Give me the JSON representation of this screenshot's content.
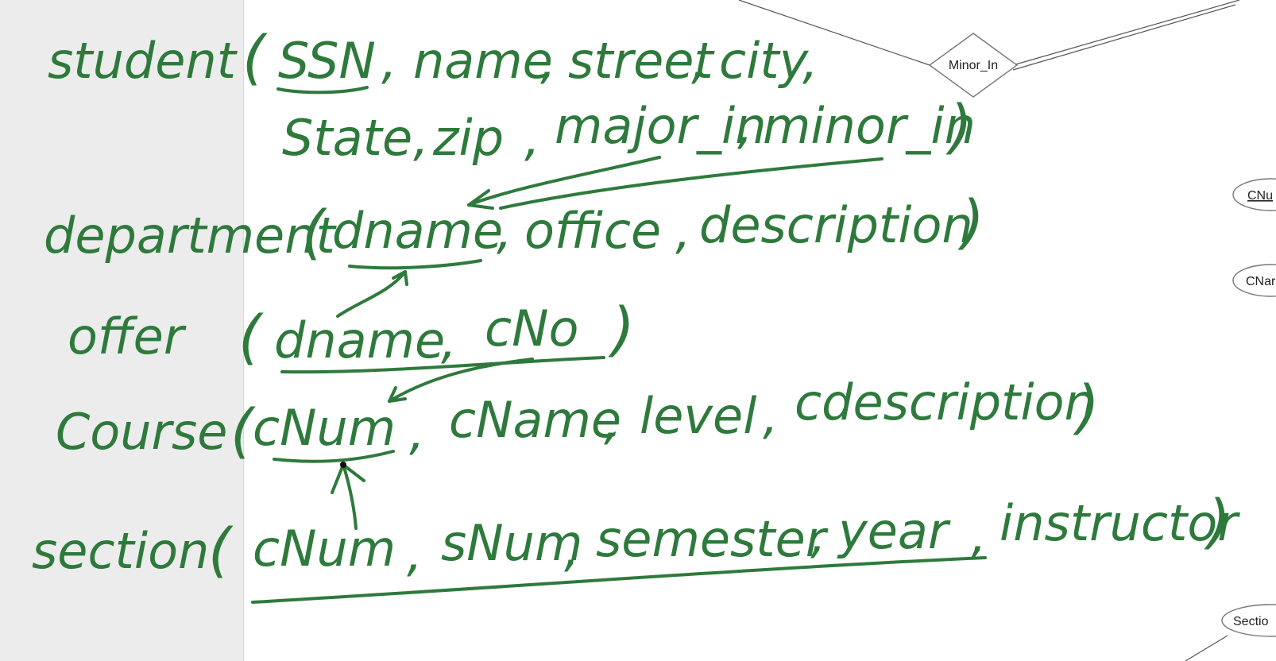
{
  "colors": {
    "ink": "#2e7a3c",
    "panel": "#ececec",
    "background": "#ffffff"
  },
  "diagram": {
    "relationship": "Minor_In",
    "attributes": [
      "CNu",
      "CNar",
      "Sectio"
    ]
  },
  "schema": {
    "student": {
      "name": "student",
      "open": "(",
      "line1": [
        "SSN",
        "name",
        "street",
        "city"
      ],
      "line2": [
        "State",
        "zip",
        "major_in",
        "minor_in"
      ],
      "close": ")"
    },
    "department": {
      "name": "department",
      "attrs": [
        "dname",
        "office",
        "description"
      ]
    },
    "offer": {
      "name": "offer",
      "attrs": [
        "dname",
        "cNo"
      ]
    },
    "course": {
      "name": "Course",
      "attrs": [
        "cNum",
        "cName",
        "level",
        "cdescription"
      ]
    },
    "section": {
      "name": "section",
      "attrs": [
        "cNum",
        "sNum",
        "semester",
        "year",
        "instructor"
      ]
    }
  }
}
